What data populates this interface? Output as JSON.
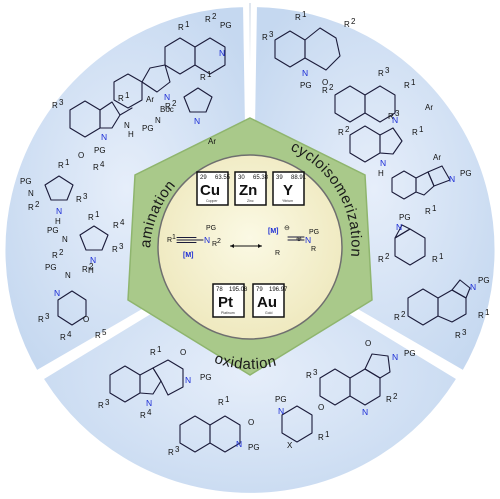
{
  "sectors": {
    "amination": "amination",
    "cycloisomerization": "cycloisomerization",
    "oxidation": "oxidation"
  },
  "elements": [
    {
      "symbol": "Cu",
      "number": "29",
      "mass": "63.55",
      "name": "Copper"
    },
    {
      "symbol": "Zn",
      "number": "30",
      "mass": "65.38",
      "name": "Zinc"
    },
    {
      "symbol": "Y",
      "number": "39",
      "mass": "88.91",
      "name": "Yttrium"
    },
    {
      "symbol": "Pt",
      "number": "78",
      "mass": "195.08",
      "name": "Platinum"
    },
    {
      "symbol": "Au",
      "number": "79",
      "mass": "196.97",
      "name": "Gold"
    }
  ],
  "center": {
    "left_r1": "R",
    "left_sup": "1",
    "left_n": "N",
    "left_pg": "PG",
    "left_r2": "R",
    "left_sup2": "2",
    "left_m": "[M]",
    "right_m": "[M]",
    "right_pg": "PG",
    "right_r1": "R",
    "right_r2": "R",
    "right_n": "N"
  },
  "labels": {
    "boc": "Boc",
    "pg": "PG",
    "ar": "Ar",
    "n": "N",
    "h": "H",
    "o": "O",
    "x": "X",
    "r": "R",
    "r1": "1",
    "r2": "2",
    "r3": "3",
    "r4": "4",
    "r5": "5"
  },
  "colors": {
    "sector_fill": "#cfe0f5",
    "center_fill": "#f4f1cc",
    "hex_fill": "#a9c98a",
    "nitrogen": "#1a2bd6"
  }
}
